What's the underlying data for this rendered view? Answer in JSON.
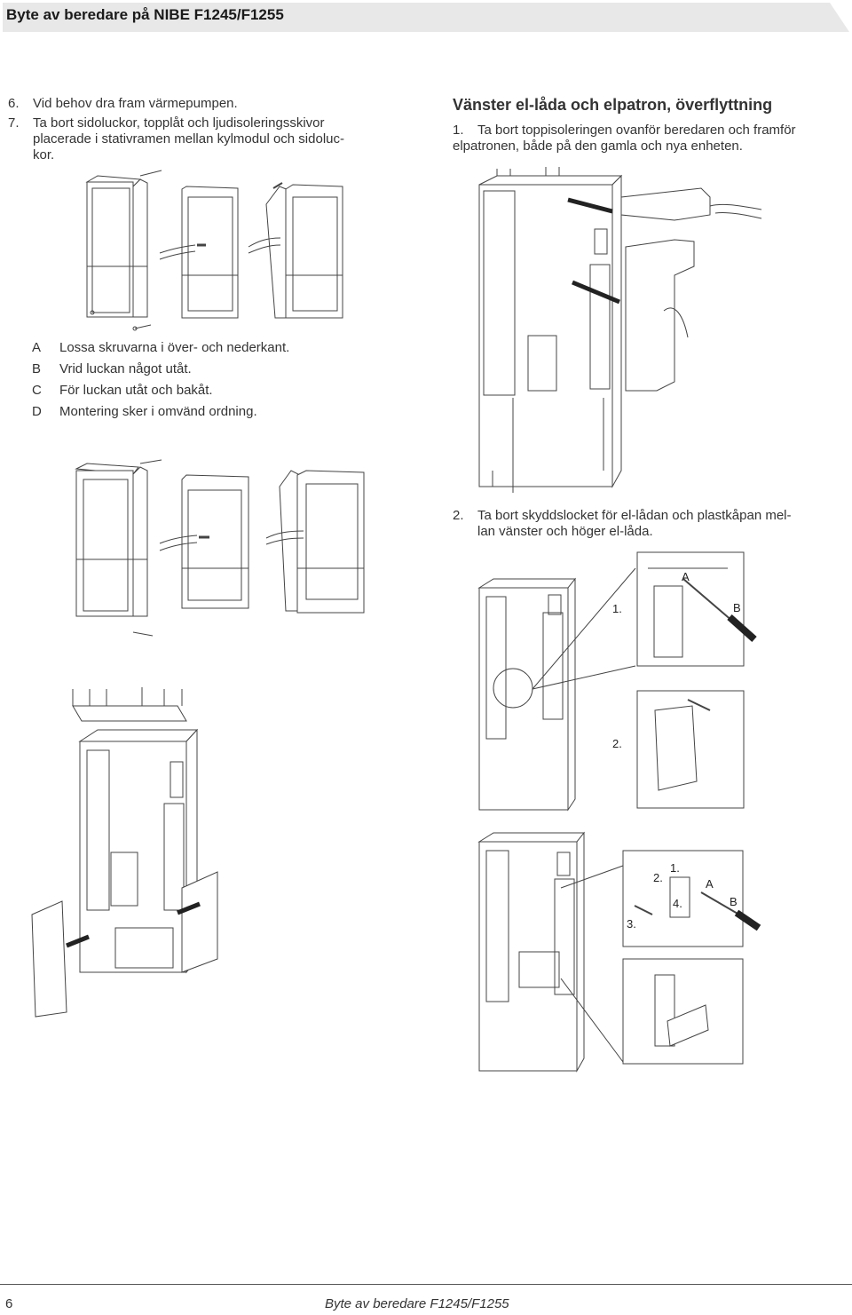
{
  "header": {
    "title": "Byte av beredare på NIBE F1245/F1255"
  },
  "steps_left": [
    {
      "num": "6.",
      "text": "Vid behov dra fram värmepumpen."
    },
    {
      "num": "7.",
      "text_lines": [
        "Ta bort sidoluckor, topplåt och ljudisoleringsskivor",
        "placerade i stativramen mellan kylmodul och sidoluc-",
        "kor."
      ]
    }
  ],
  "section": {
    "title": "Vänster el-låda och elpatron, överflyttning",
    "steps": [
      {
        "num": "1.",
        "text_lines": [
          "Ta bort toppisoleringen ovanför beredaren och framför",
          "elpatronen, både på den gamla och nya enheten."
        ]
      },
      {
        "num": "2.",
        "text_lines": [
          "Ta bort skyddslocket för el-lådan och plastkåpan mel-",
          "lan vänster och höger el-låda."
        ]
      }
    ]
  },
  "instructions": [
    {
      "letter": "A",
      "text": "Lossa skruvarna i över- och nederkant."
    },
    {
      "letter": "B",
      "text": "Vrid luckan något utåt."
    },
    {
      "letter": "C",
      "text": "För luckan utåt och bakåt."
    },
    {
      "letter": "D",
      "text": "Montering sker i omvänd ordning."
    }
  ],
  "figure_labels": {
    "detail1": {
      "a": "A",
      "b": "B",
      "n": "1."
    },
    "detail2": {
      "n": "2."
    },
    "detail3": {
      "a": "A",
      "b": "B",
      "n1": "1.",
      "n2": "2.",
      "n3": "3.",
      "n4": "4."
    }
  },
  "footer": {
    "page": "6",
    "title": "Byte av beredare F1245/F1255"
  }
}
